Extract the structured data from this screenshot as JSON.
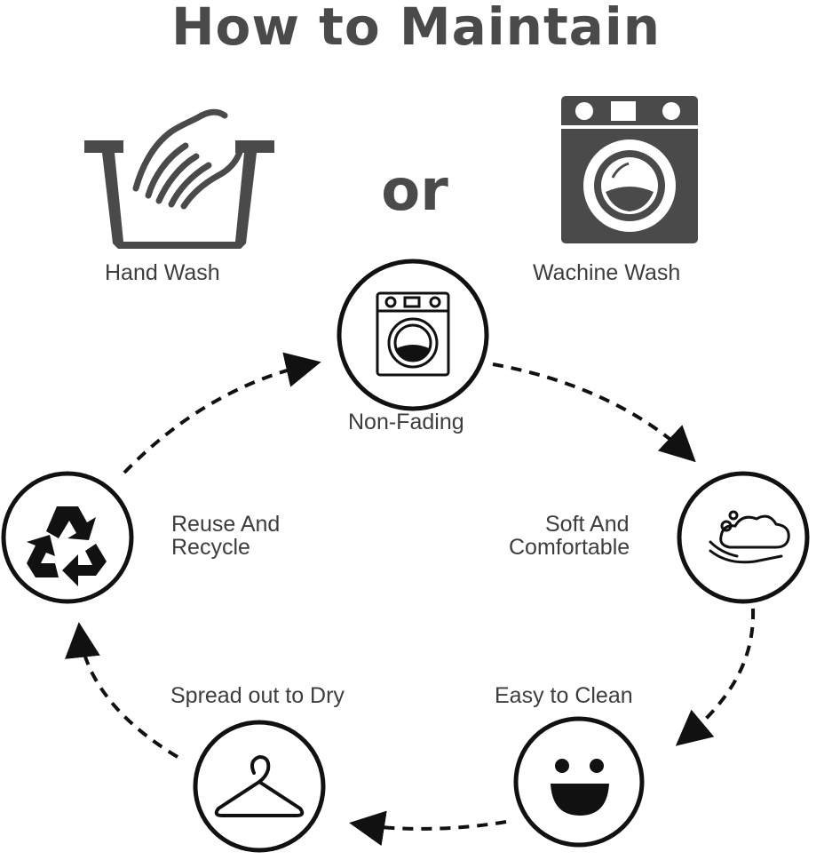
{
  "title": "How to Maintain",
  "or_text": "or",
  "wash_options": {
    "hand_wash": "Hand Wash",
    "machine_wash": "Wachine Wash"
  },
  "cycle_steps": {
    "non_fading": "Non-Fading",
    "soft_line1": "Soft And",
    "soft_line2": "Comfortable",
    "easy_clean": "Easy to Clean",
    "spread_dry": "Spread out to Dry",
    "reuse_line1": "Reuse And",
    "reuse_line2": "Recycle"
  },
  "colors": {
    "icon_dark": "#4a4a4a",
    "circle_stroke": "#111111",
    "text": "#3d3d3d"
  }
}
